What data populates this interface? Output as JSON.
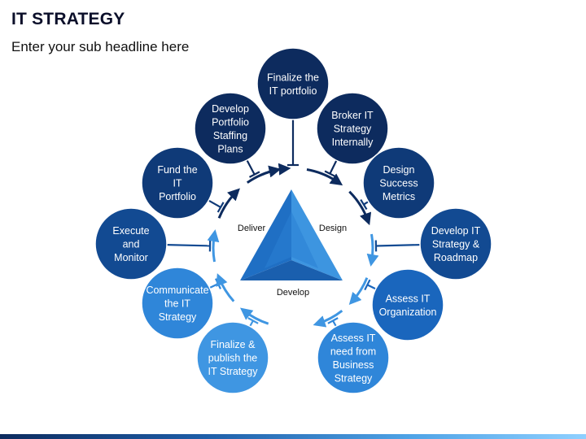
{
  "header": {
    "title": "IT STRATEGY",
    "subtitle": "Enter your sub headline here"
  },
  "center": {
    "deliver": "Deliver",
    "design": "Design",
    "develop": "Develop"
  },
  "nodes": [
    {
      "lines": [
        "Finalize the",
        "IT portfolio"
      ],
      "fill": "#0d2b5e"
    },
    {
      "lines": [
        "Broker IT",
        "Strategy",
        "Internally"
      ],
      "fill": "#0d2b5e"
    },
    {
      "lines": [
        "Design",
        "Success",
        "Metrics"
      ],
      "fill": "#0f3a78"
    },
    {
      "lines": [
        "Develop IT",
        "Strategy &",
        "Roadmap"
      ],
      "fill": "#124a92"
    },
    {
      "lines": [
        "Assess IT",
        "Organization"
      ],
      "fill": "#1a66bd"
    },
    {
      "lines": [
        "Assess IT",
        "need from",
        "Business",
        "Strategy"
      ],
      "fill": "#2f86d9"
    },
    {
      "lines": [
        "Finalize &",
        "publish the",
        "IT Strategy"
      ],
      "fill": "#3f96e2"
    },
    {
      "lines": [
        "Communicate",
        "the IT",
        "Strategy"
      ],
      "fill": "#2f86d9"
    },
    {
      "lines": [
        "Execute",
        "and",
        "Monitor"
      ],
      "fill": "#124a92"
    },
    {
      "lines": [
        "Fund the",
        "IT",
        "Portfolio"
      ],
      "fill": "#0f3a78"
    },
    {
      "lines": [
        "Develop",
        "Portfolio",
        "Staffing",
        "Plans"
      ],
      "fill": "#0d2b5e"
    }
  ],
  "colors": {
    "ring_dark": "#0d2b5e",
    "ring_light": "#3f96e2",
    "pyramid_left": "#1f6fc4",
    "pyramid_right": "#3d95e0",
    "pyramid_bottom": "#1a5fae"
  }
}
